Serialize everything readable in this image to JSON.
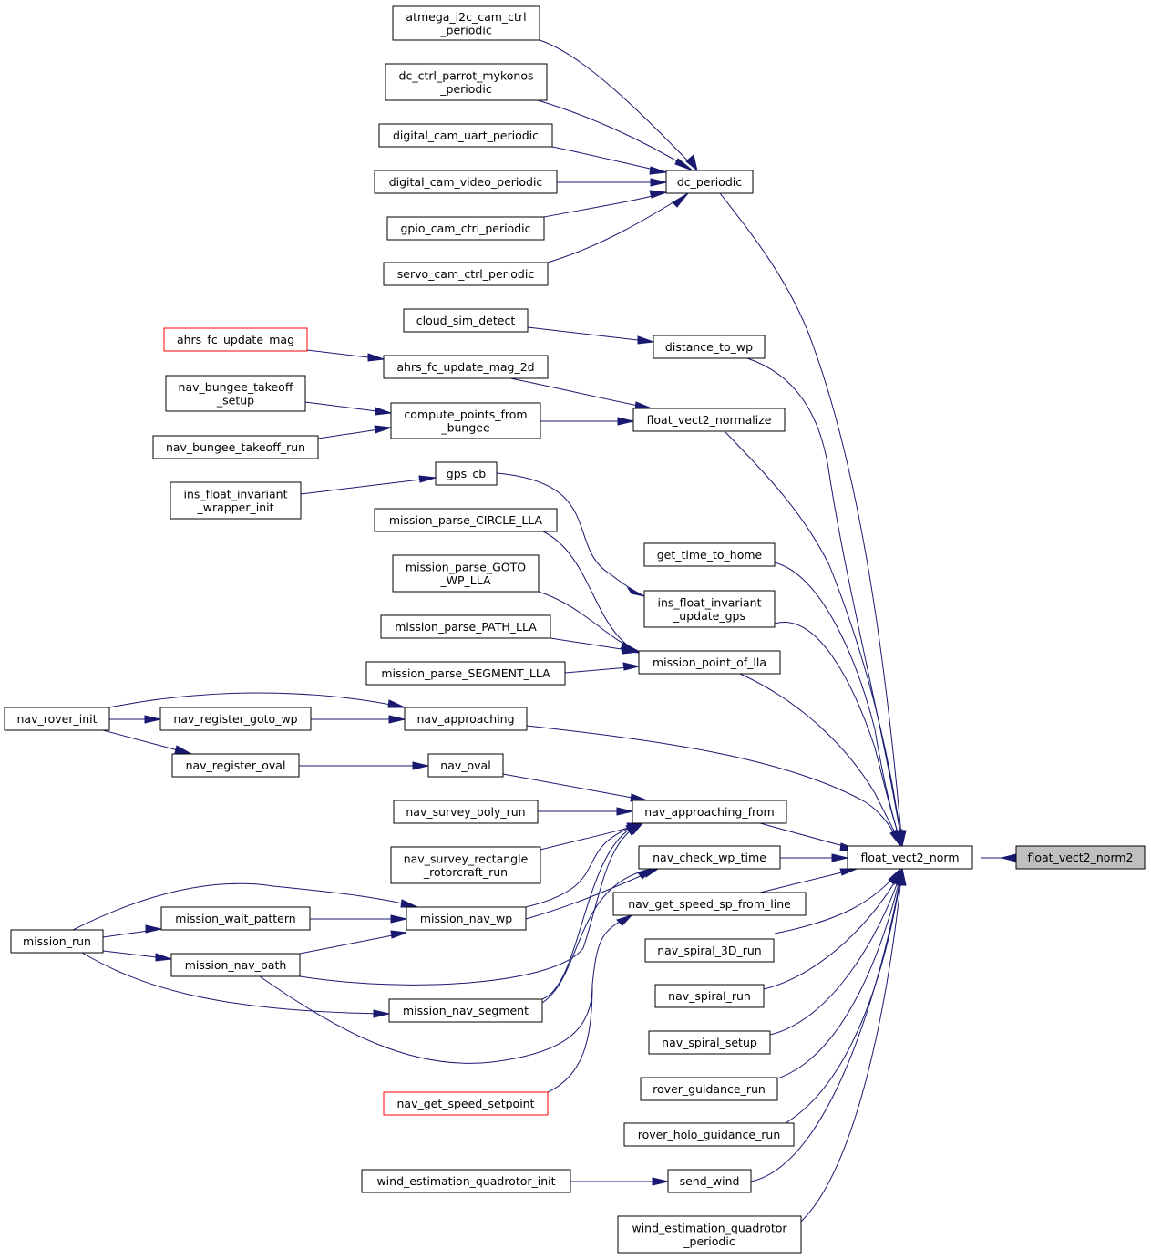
{
  "graph": {
    "nodes": [
      {
        "id": "atmega",
        "lines": [
          "atmega_i2c_cam_ctrl",
          "_periodic"
        ]
      },
      {
        "id": "dcparrot",
        "lines": [
          "dc_ctrl_parrot_mykonos",
          "_periodic"
        ]
      },
      {
        "id": "dcuart",
        "lines": [
          "digital_cam_uart_periodic"
        ]
      },
      {
        "id": "dcvideo",
        "lines": [
          "digital_cam_video_periodic"
        ]
      },
      {
        "id": "gpiocam",
        "lines": [
          "gpio_cam_ctrl_periodic"
        ]
      },
      {
        "id": "servocam",
        "lines": [
          "servo_cam_ctrl_periodic"
        ]
      },
      {
        "id": "dcper",
        "lines": [
          "dc_periodic"
        ]
      },
      {
        "id": "cloud",
        "lines": [
          "cloud_sim_detect"
        ]
      },
      {
        "id": "ahrsmag",
        "lines": [
          "ahrs_fc_update_mag"
        ],
        "style": "red"
      },
      {
        "id": "ahrsmag2d",
        "lines": [
          "ahrs_fc_update_mag_2d"
        ]
      },
      {
        "id": "dist",
        "lines": [
          "distance_to_wp"
        ]
      },
      {
        "id": "bungsetup",
        "lines": [
          "nav_bungee_takeoff",
          "_setup"
        ]
      },
      {
        "id": "bungrun",
        "lines": [
          "nav_bungee_takeoff_run"
        ]
      },
      {
        "id": "cpfb",
        "lines": [
          "compute_points_from",
          "_bungee"
        ]
      },
      {
        "id": "fvn",
        "lines": [
          "float_vect2_normalize"
        ]
      },
      {
        "id": "insinit",
        "lines": [
          "ins_float_invariant",
          "_wrapper_init"
        ]
      },
      {
        "id": "gpscb",
        "lines": [
          "gps_cb"
        ]
      },
      {
        "id": "mpcircle",
        "lines": [
          "mission_parse_CIRCLE_LLA"
        ]
      },
      {
        "id": "mpgoto",
        "lines": [
          "mission_parse_GOTO",
          "_WP_LLA"
        ]
      },
      {
        "id": "mppath",
        "lines": [
          "mission_parse_PATH_LLA"
        ]
      },
      {
        "id": "mpseg",
        "lines": [
          "mission_parse_SEGMENT_LLA"
        ]
      },
      {
        "id": "gth",
        "lines": [
          "get_time_to_home"
        ]
      },
      {
        "id": "insgps",
        "lines": [
          "ins_float_invariant",
          "_update_gps"
        ]
      },
      {
        "id": "mpol",
        "lines": [
          "mission_point_of_lla"
        ]
      },
      {
        "id": "rover",
        "lines": [
          "nav_rover_init"
        ]
      },
      {
        "id": "regwp",
        "lines": [
          "nav_register_goto_wp"
        ]
      },
      {
        "id": "regoval",
        "lines": [
          "nav_register_oval"
        ]
      },
      {
        "id": "navapp",
        "lines": [
          "nav_approaching"
        ]
      },
      {
        "id": "navoval",
        "lines": [
          "nav_oval"
        ]
      },
      {
        "id": "navappfrom",
        "lines": [
          "nav_approaching_from"
        ]
      },
      {
        "id": "survpoly",
        "lines": [
          "nav_survey_poly_run"
        ]
      },
      {
        "id": "survrect",
        "lines": [
          "nav_survey_rectangle",
          "_rotorcraft_run"
        ]
      },
      {
        "id": "navchk",
        "lines": [
          "nav_check_wp_time"
        ]
      },
      {
        "id": "navgssl",
        "lines": [
          "nav_get_speed_sp_from_line"
        ]
      },
      {
        "id": "misrun",
        "lines": [
          "mission_run"
        ]
      },
      {
        "id": "miswait",
        "lines": [
          "mission_wait_pattern"
        ]
      },
      {
        "id": "misnavwp",
        "lines": [
          "mission_nav_wp"
        ]
      },
      {
        "id": "misnavpath",
        "lines": [
          "mission_nav_path"
        ]
      },
      {
        "id": "misnavseg",
        "lines": [
          "mission_nav_segment"
        ]
      },
      {
        "id": "navgss",
        "lines": [
          "nav_get_speed_setpoint"
        ],
        "style": "red"
      },
      {
        "id": "spiral3d",
        "lines": [
          "nav_spiral_3D_run"
        ]
      },
      {
        "id": "spiralrun",
        "lines": [
          "nav_spiral_run"
        ]
      },
      {
        "id": "spiralsetup",
        "lines": [
          "nav_spiral_setup"
        ]
      },
      {
        "id": "roverguid",
        "lines": [
          "rover_guidance_run"
        ]
      },
      {
        "id": "roverholo",
        "lines": [
          "rover_holo_guidance_run"
        ]
      },
      {
        "id": "windinit",
        "lines": [
          "wind_estimation_quadrotor_init"
        ]
      },
      {
        "id": "sendwind",
        "lines": [
          "send_wind"
        ]
      },
      {
        "id": "windper",
        "lines": [
          "wind_estimation_quadrotor",
          "_periodic"
        ]
      },
      {
        "id": "fv2n",
        "lines": [
          "float_vect2_norm"
        ]
      },
      {
        "id": "fv2n2",
        "lines": [
          "float_vect2_norm2"
        ],
        "style": "focus"
      }
    ]
  }
}
